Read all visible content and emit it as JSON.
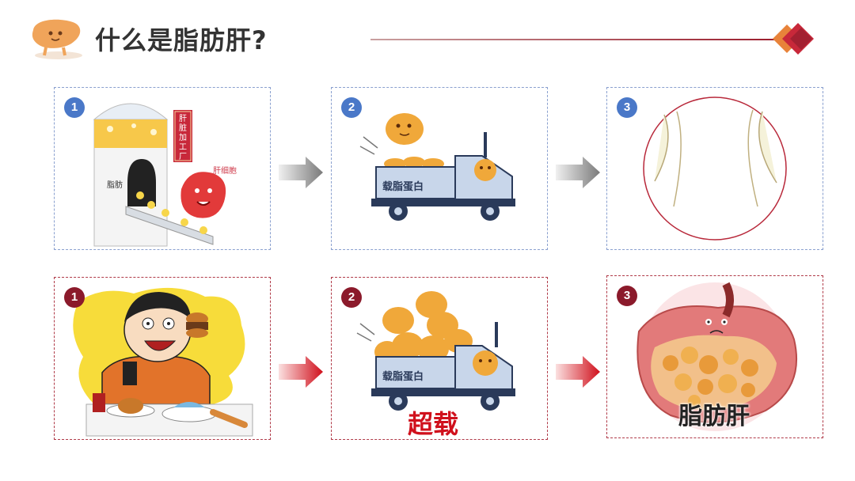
{
  "header": {
    "title": "什么是脂肪肝?"
  },
  "colors": {
    "blue_accent": "#4a78c8",
    "red_accent": "#8b1a2b",
    "overload_red": "#d0101c"
  },
  "top_row": [
    {
      "number": "1",
      "sign": "肝脏加工厂",
      "label_fat": "脂肪",
      "label_cell": "肝细胞"
    },
    {
      "number": "2",
      "truck_label": "载脂蛋白"
    },
    {
      "number": "3"
    }
  ],
  "bottom_row": [
    {
      "number": "1"
    },
    {
      "number": "2",
      "truck_label": "载脂蛋白",
      "overload_text": "超载"
    },
    {
      "number": "3",
      "caption": "脂肪肝"
    }
  ]
}
